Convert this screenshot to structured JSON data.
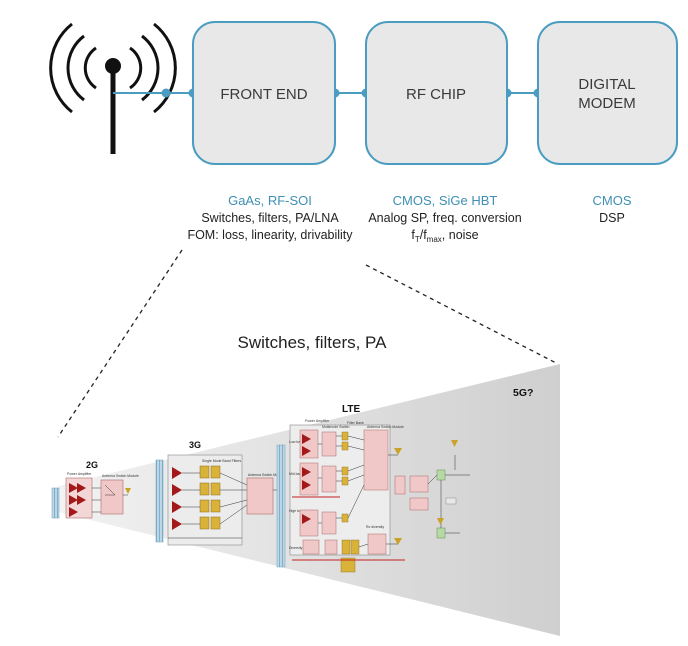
{
  "blocks": [
    {
      "label_lines": [
        "FRONT END"
      ],
      "tech": "GaAs, RF-SOI",
      "desc": [
        "Switches, filters, PA/LNA",
        "FOM: loss, linearity, drivability"
      ]
    },
    {
      "label_lines": [
        "RF CHIP"
      ],
      "tech": "CMOS, SiGe HBT",
      "desc": [
        "Analog SP, freq. conversion"
      ],
      "noise": {
        "f": "f",
        "t": "T",
        "sep": "/f",
        "max": "max",
        "tail": ", noise"
      }
    },
    {
      "label_lines": [
        "DIGITAL",
        "MODEM"
      ],
      "tech": "CMOS",
      "desc": [
        "DSP"
      ]
    }
  ],
  "zoom_title": "Switches, filters, PA",
  "generations": [
    "2G",
    "3G",
    "LTE",
    "5G?"
  ],
  "module_labels": {
    "lte": [
      "Power Amplifier",
      "Multimode Switch",
      "Filter Bank",
      "Antenna Switch Module",
      "Low band",
      "Mid band",
      "High band",
      "Diversity",
      "Rx diversity"
    ],
    "g3": [
      "Single Mode Band Filters",
      "Antenna Switch Module"
    ],
    "g2": [
      "Power Amplifier",
      "Antenna Switch Module"
    ]
  },
  "colors": {
    "box_fill": "#e8e8e8",
    "box_stroke": "#4a9cc0",
    "accent_text": "#3f8fb5",
    "cone": "#d4d4d4",
    "amp": "#a31919",
    "filter": "#c9a227",
    "module": "#e8b8b8"
  },
  "icons": [
    "antenna-icon"
  ]
}
